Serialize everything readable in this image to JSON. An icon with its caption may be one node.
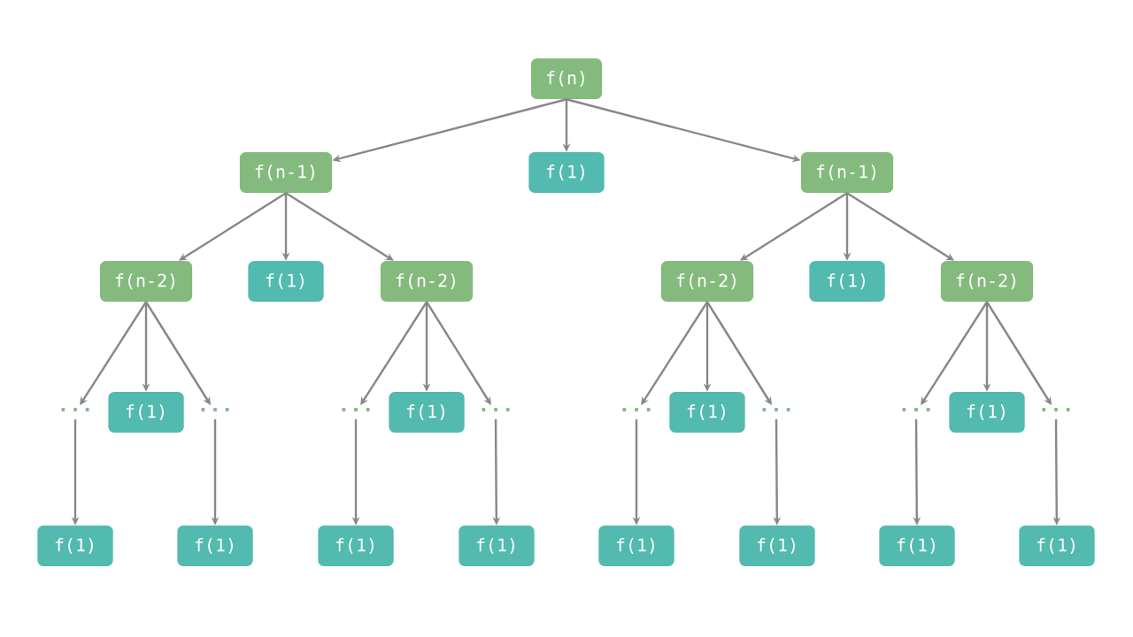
{
  "diagram": {
    "nodes": [
      {
        "text": [
          "f(n)"
        ]
      },
      {
        "text": [
          "f(n-1)"
        ]
      },
      {
        "text": [
          "f(1)"
        ]
      },
      {
        "text": [
          "f(n-1)"
        ]
      },
      {
        "text": [
          "f(n-2)"
        ]
      },
      {
        "text": [
          "f(1)"
        ]
      },
      {
        "text": [
          "f(n-2)"
        ]
      },
      {
        "text": [
          "f(n-2)"
        ]
      },
      {
        "text": [
          "f(1)"
        ]
      },
      {
        "text": [
          "f(n-2)"
        ]
      },
      {
        "text": [
          "···"
        ]
      },
      {
        "text": [
          "f(1)"
        ]
      },
      {
        "text": [
          "···"
        ]
      },
      {
        "text": [
          "···"
        ]
      },
      {
        "text": [
          "f(1)"
        ]
      },
      {
        "text": [
          "···"
        ]
      },
      {
        "text": [
          "···"
        ]
      },
      {
        "text": [
          "f(1)"
        ]
      },
      {
        "text": [
          "···"
        ]
      },
      {
        "text": [
          "···"
        ]
      },
      {
        "text": [
          "f(1)"
        ]
      },
      {
        "text": [
          "···"
        ]
      },
      {
        "text": [
          "f(1)"
        ]
      },
      {
        "text": [
          "f(1)"
        ]
      },
      {
        "text": [
          "f(1)"
        ]
      },
      {
        "text": [
          "f(1)"
        ]
      },
      {
        "text": [
          "f(1)"
        ]
      },
      {
        "text": [
          "f(1)"
        ]
      },
      {
        "text": [
          "f(1)"
        ]
      },
      {
        "text": [
          "f(1)"
        ]
      }
    ],
    "edges": [
      {
        "from": 0,
        "to": 1,
        "arrow": "to"
      },
      {
        "from": 0,
        "to": 2,
        "arrow": "to"
      },
      {
        "from": 0,
        "to": 3,
        "arrow": "to"
      },
      {
        "from": 1,
        "to": 4,
        "arrow": "to"
      },
      {
        "from": 1,
        "to": 5,
        "arrow": "to"
      },
      {
        "from": 1,
        "to": 6,
        "arrow": "to"
      },
      {
        "from": 3,
        "to": 7,
        "arrow": "to"
      },
      {
        "from": 3,
        "to": 8,
        "arrow": "to"
      },
      {
        "from": 3,
        "to": 9,
        "arrow": "to"
      },
      {
        "from": 4,
        "to": 10,
        "arrow": "to"
      },
      {
        "from": 4,
        "to": 11,
        "arrow": "to"
      },
      {
        "from": 4,
        "to": 12,
        "arrow": "to"
      },
      {
        "from": 6,
        "to": 13,
        "arrow": "to"
      },
      {
        "from": 6,
        "to": 14,
        "arrow": "to"
      },
      {
        "from": 6,
        "to": 15,
        "arrow": "to"
      },
      {
        "from": 7,
        "to": 16,
        "arrow": "to"
      },
      {
        "from": 7,
        "to": 17,
        "arrow": "to"
      },
      {
        "from": 7,
        "to": 18,
        "arrow": "to"
      },
      {
        "from": 9,
        "to": 19,
        "arrow": "to"
      },
      {
        "from": 9,
        "to": 20,
        "arrow": "to"
      },
      {
        "from": 9,
        "to": 21,
        "arrow": "to"
      },
      {
        "from": 10,
        "to": 22,
        "arrow": "to"
      },
      {
        "from": 12,
        "to": 23,
        "arrow": "to"
      },
      {
        "from": 13,
        "to": 24,
        "arrow": "to"
      },
      {
        "from": 15,
        "to": 25,
        "arrow": "to"
      },
      {
        "from": 16,
        "to": 26,
        "arrow": "to"
      },
      {
        "from": 18,
        "to": 27,
        "arrow": "to"
      },
      {
        "from": 19,
        "to": 28,
        "arrow": "to"
      },
      {
        "from": 21,
        "to": 29,
        "arrow": "to"
      }
    ]
  }
}
